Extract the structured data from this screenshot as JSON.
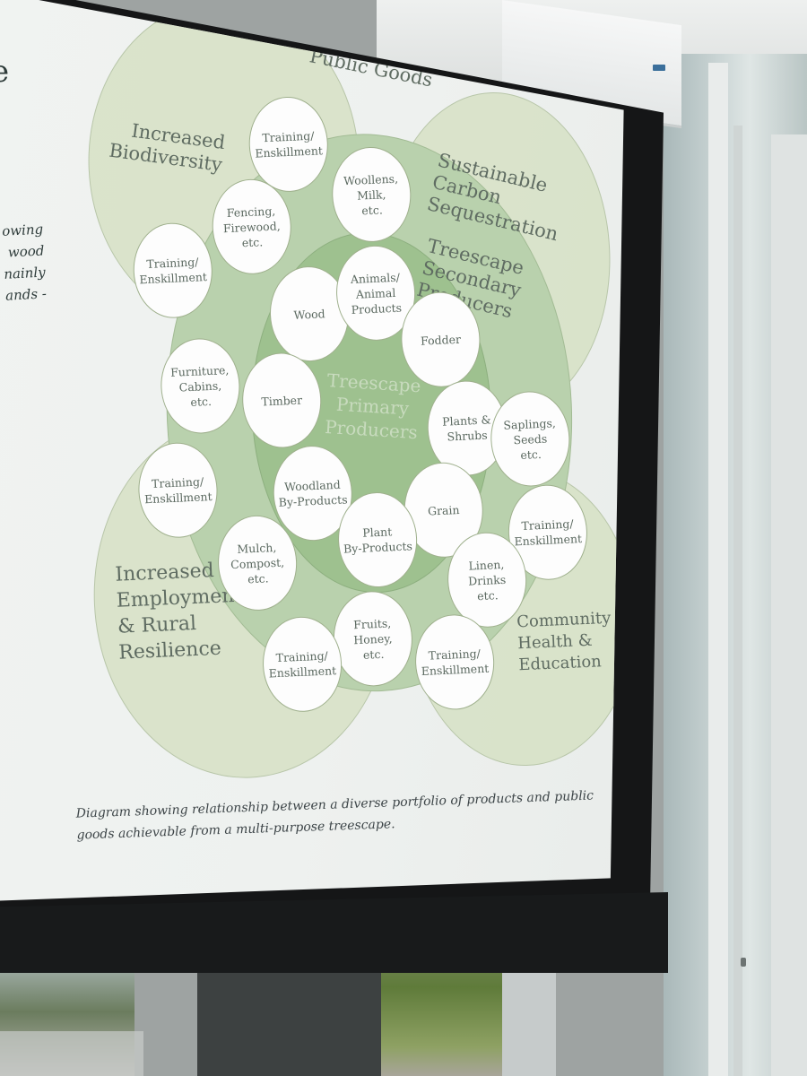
{
  "caption": "Diagram showing relationship between a diverse portfolio of products and public goods achievable from a multi-purpose treescape.",
  "left_slide_fragment": {
    "letter": "e",
    "lines": [
      "owing",
      "wood",
      "nainly",
      "ands -"
    ]
  },
  "zones": {
    "public_goods": "Public Goods",
    "biodiversity": "Increased\nBiodiversity",
    "carbon": "Sustainable\nCarbon\nSequestration",
    "employment": "Increased\nEmployment\n& Rural\nResilience",
    "community": "Community\nHealth &\nEducation",
    "secondary": "Treescape\nSecondary\nProducers",
    "primary": "Treescape\nPrimary\nProducers"
  },
  "nodes": [
    "Training/\nEnskillment",
    "Woollens,\nMilk,\netc.",
    "Fencing,\nFirewood,\netc.",
    "Training/\nEnskillment",
    "Wood",
    "Animals/\nAnimal\nProducts",
    "Fodder",
    "Furniture,\nCabins,\netc.",
    "Timber",
    "Plants &\nShrubs",
    "Saplings,\nSeeds\netc.",
    "Training/\nEnskillment",
    "Woodland\nBy-Products",
    "Grain",
    "Plant\nBy-Products",
    "Training/\nEnskillment",
    "Mulch,\nCompost,\netc.",
    "Linen,\nDrinks\netc.",
    "Fruits,\nHoney,\netc.",
    "Training/\nEnskillment",
    "Training/\nEnskillment"
  ]
}
